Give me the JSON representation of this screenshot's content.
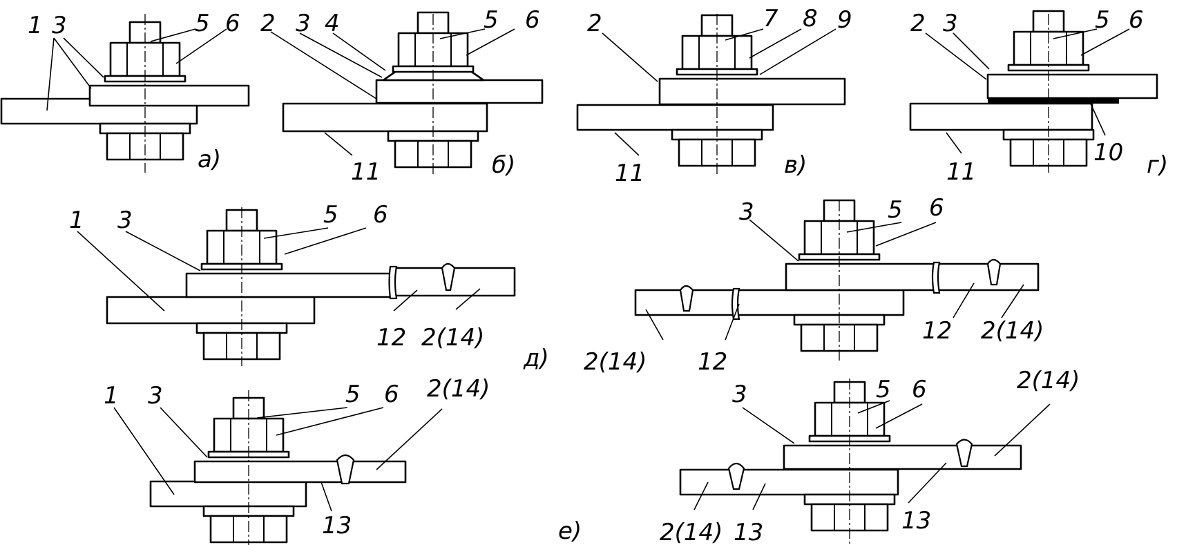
{
  "figure": {
    "captions": {
      "a": "а)",
      "b": "б)",
      "v": "в)",
      "g": "г)",
      "d": "д)",
      "e": "е)"
    },
    "labels": {
      "a": [
        "1",
        "3",
        "5",
        "6"
      ],
      "b": [
        "2",
        "3",
        "4",
        "5",
        "6",
        "11"
      ],
      "v": [
        "2",
        "7",
        "8",
        "9",
        "11"
      ],
      "g": [
        "2",
        "3",
        "5",
        "6",
        "10",
        "11"
      ],
      "d_left": [
        "1",
        "3",
        "5",
        "6",
        "12",
        "2(14)"
      ],
      "d_right": [
        "3",
        "5",
        "6",
        "12",
        "2(14)",
        "12",
        "2(14)"
      ],
      "e_left": [
        "1",
        "3",
        "5",
        "6",
        "2(14)",
        "13"
      ],
      "e_right": [
        "3",
        "5",
        "6",
        "2(14)",
        "2(14)",
        "13",
        "13"
      ]
    }
  }
}
